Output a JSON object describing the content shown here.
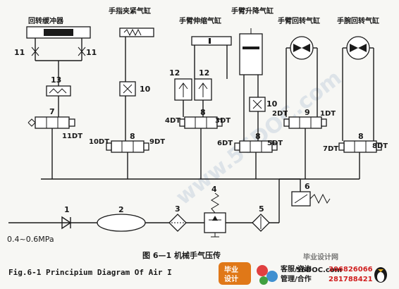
{
  "titles": {
    "gripper_buffer": "回转缓冲器",
    "finger_clamp_cylinder": "手指夹紧气缸",
    "arm_extend_cylinder": "手臂伸缩气缸",
    "arm_lift_cylinder": "手臂升降气缸",
    "arm_rotate_cylinder": "手臂回转气缸",
    "wrist_rotate_cylinder": "手腕回转气缸"
  },
  "components": {
    "filter_1": "1",
    "tank_2": "2",
    "filter_3": "3",
    "regulator_4": "4",
    "lubricator_5": "5",
    "pressure_switch_6": "6",
    "valve_7": "7",
    "valve_8a": "8",
    "valve_8b": "8",
    "valve_8c": "8",
    "valve_8d": "8",
    "valve_9": "9",
    "throttle_10a": "10",
    "throttle_10b": "10",
    "throttle_11a": "11",
    "throttle_11b": "11",
    "check_12a": "12",
    "check_12b": "12",
    "valve_13": "13"
  },
  "solenoids": {
    "dt11": "11DT",
    "dt10": "10DT",
    "dt9": "9DT",
    "dt4": "4DT",
    "dt3": "3DT",
    "dt6": "6DT",
    "dt5": "5DT",
    "dt2": "2DT",
    "dt1": "1DT",
    "dt7": "7DT",
    "dt8": "8DT"
  },
  "supply_pressure": "0.4~0.6MPa",
  "caption": {
    "cn": "图 6—1    机械手气压传",
    "en": "Fig.6-1 Principium Diagram Of Air I"
  },
  "watermark": {
    "diagonal": "www.56DOC.com",
    "badge_line1": "毕业",
    "badge_line2": "设计",
    "service_label": "客服/咨询",
    "service_qq": "306826066",
    "manage_label": "管理/合作",
    "manage_qq": "281788421",
    "site": "56DOC.com",
    "brand": "毕业设计网"
  },
  "colors": {
    "line": "#1a1a1a",
    "badge_orange": "#e07818",
    "qq_red": "#d02020",
    "watermark": "#c8d4e0"
  }
}
